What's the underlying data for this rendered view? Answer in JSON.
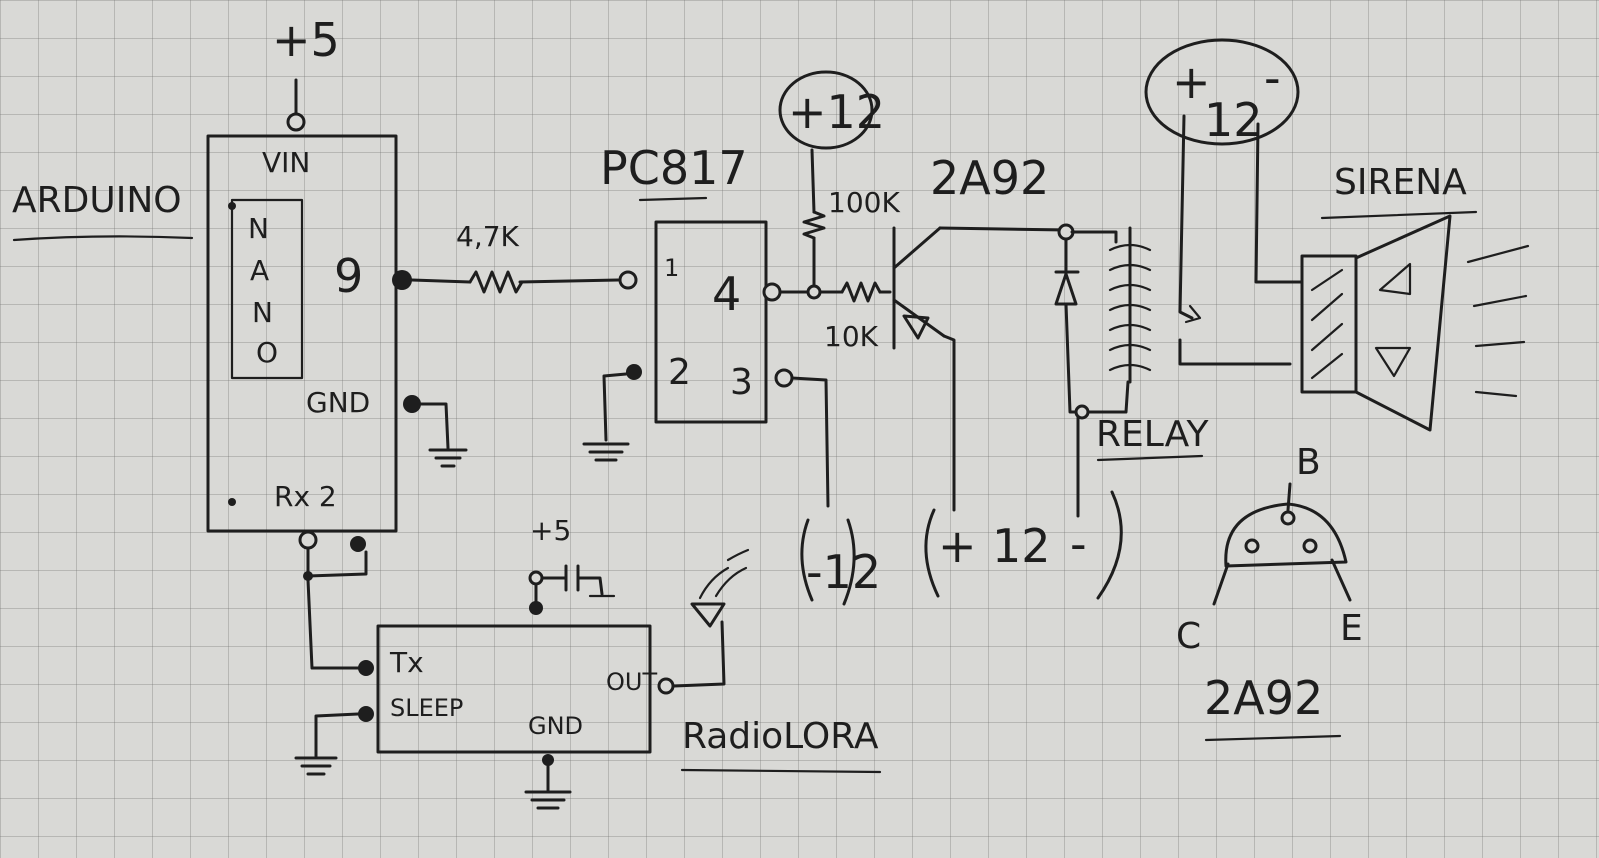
{
  "labels": {
    "arduino": "ARDUINO",
    "nano_n1": "N",
    "nano_a": "A",
    "nano_n2": "N",
    "nano_o": "O",
    "vin": "VIN",
    "pin9": "9",
    "gnd": "GND",
    "rx2": "Rx 2",
    "plus5_top": "+5",
    "resistor_4k7": "4,7K",
    "pc817": "PC817",
    "pin1": "1",
    "pin4": "4",
    "pin2": "2",
    "pin3": "3",
    "plus12_a": "+12",
    "r100k": "100K",
    "r10k": "10K",
    "transistor_top": "2A92",
    "neg12": "-12",
    "supply_plus": "+",
    "supply_12": "12",
    "supply_minus": "-",
    "relay": "RELAY",
    "plus12_b_plus": "+",
    "plus12_b_12": "12",
    "plus12_b_minus": "-",
    "sirena": "SIRENA",
    "tx": "Tx",
    "sleep": "SLEEP",
    "gnd_lora": "GND",
    "out": "OUT",
    "plus5_lora": "+5",
    "radiolora": "RadioLORA",
    "pin_b": "B",
    "pin_c": "C",
    "pin_e": "E",
    "transistor_bottom": "2A92"
  }
}
